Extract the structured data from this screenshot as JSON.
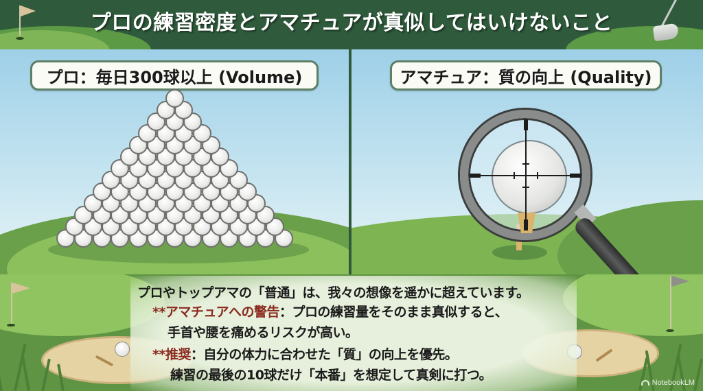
{
  "header": {
    "title": "プロの練習密度とアマチュアが真似してはいけないこと"
  },
  "left_panel": {
    "label": "プロ：毎日300球以上 (Volume)",
    "illustration": "golf-ball-pyramid",
    "pyramid_rows": 13
  },
  "right_panel": {
    "label": "アマチュア：質の向上 (Quality)",
    "illustration": "magnifying-glass-crosshair-golf-ball-on-tee"
  },
  "body": {
    "line1": "プロやトップアマの「普通」は、我々の想像を遥かに超えています。",
    "warning_prefix": "**アマチュアへの警告",
    "warning_text": "：プロの練習量をそのまま真似すると、",
    "warning_text2": "手首や腰を痛めるリスクが高い。",
    "recommend_prefix": "**推奨",
    "recommend_text": "：自分の体力に合わせた「質」の向上を優先。",
    "recommend_text2": "練習の最後の10球だけ「本番」を想定して真剣に打つ。"
  },
  "branding": {
    "label": "NotebookLM"
  },
  "colors": {
    "header_bg": "#2f5b3c",
    "accent_warning": "#8b2a1f",
    "sky_top": "#9ed0e8",
    "grass": "#6a9a48",
    "pill_border": "#5c7f66"
  }
}
